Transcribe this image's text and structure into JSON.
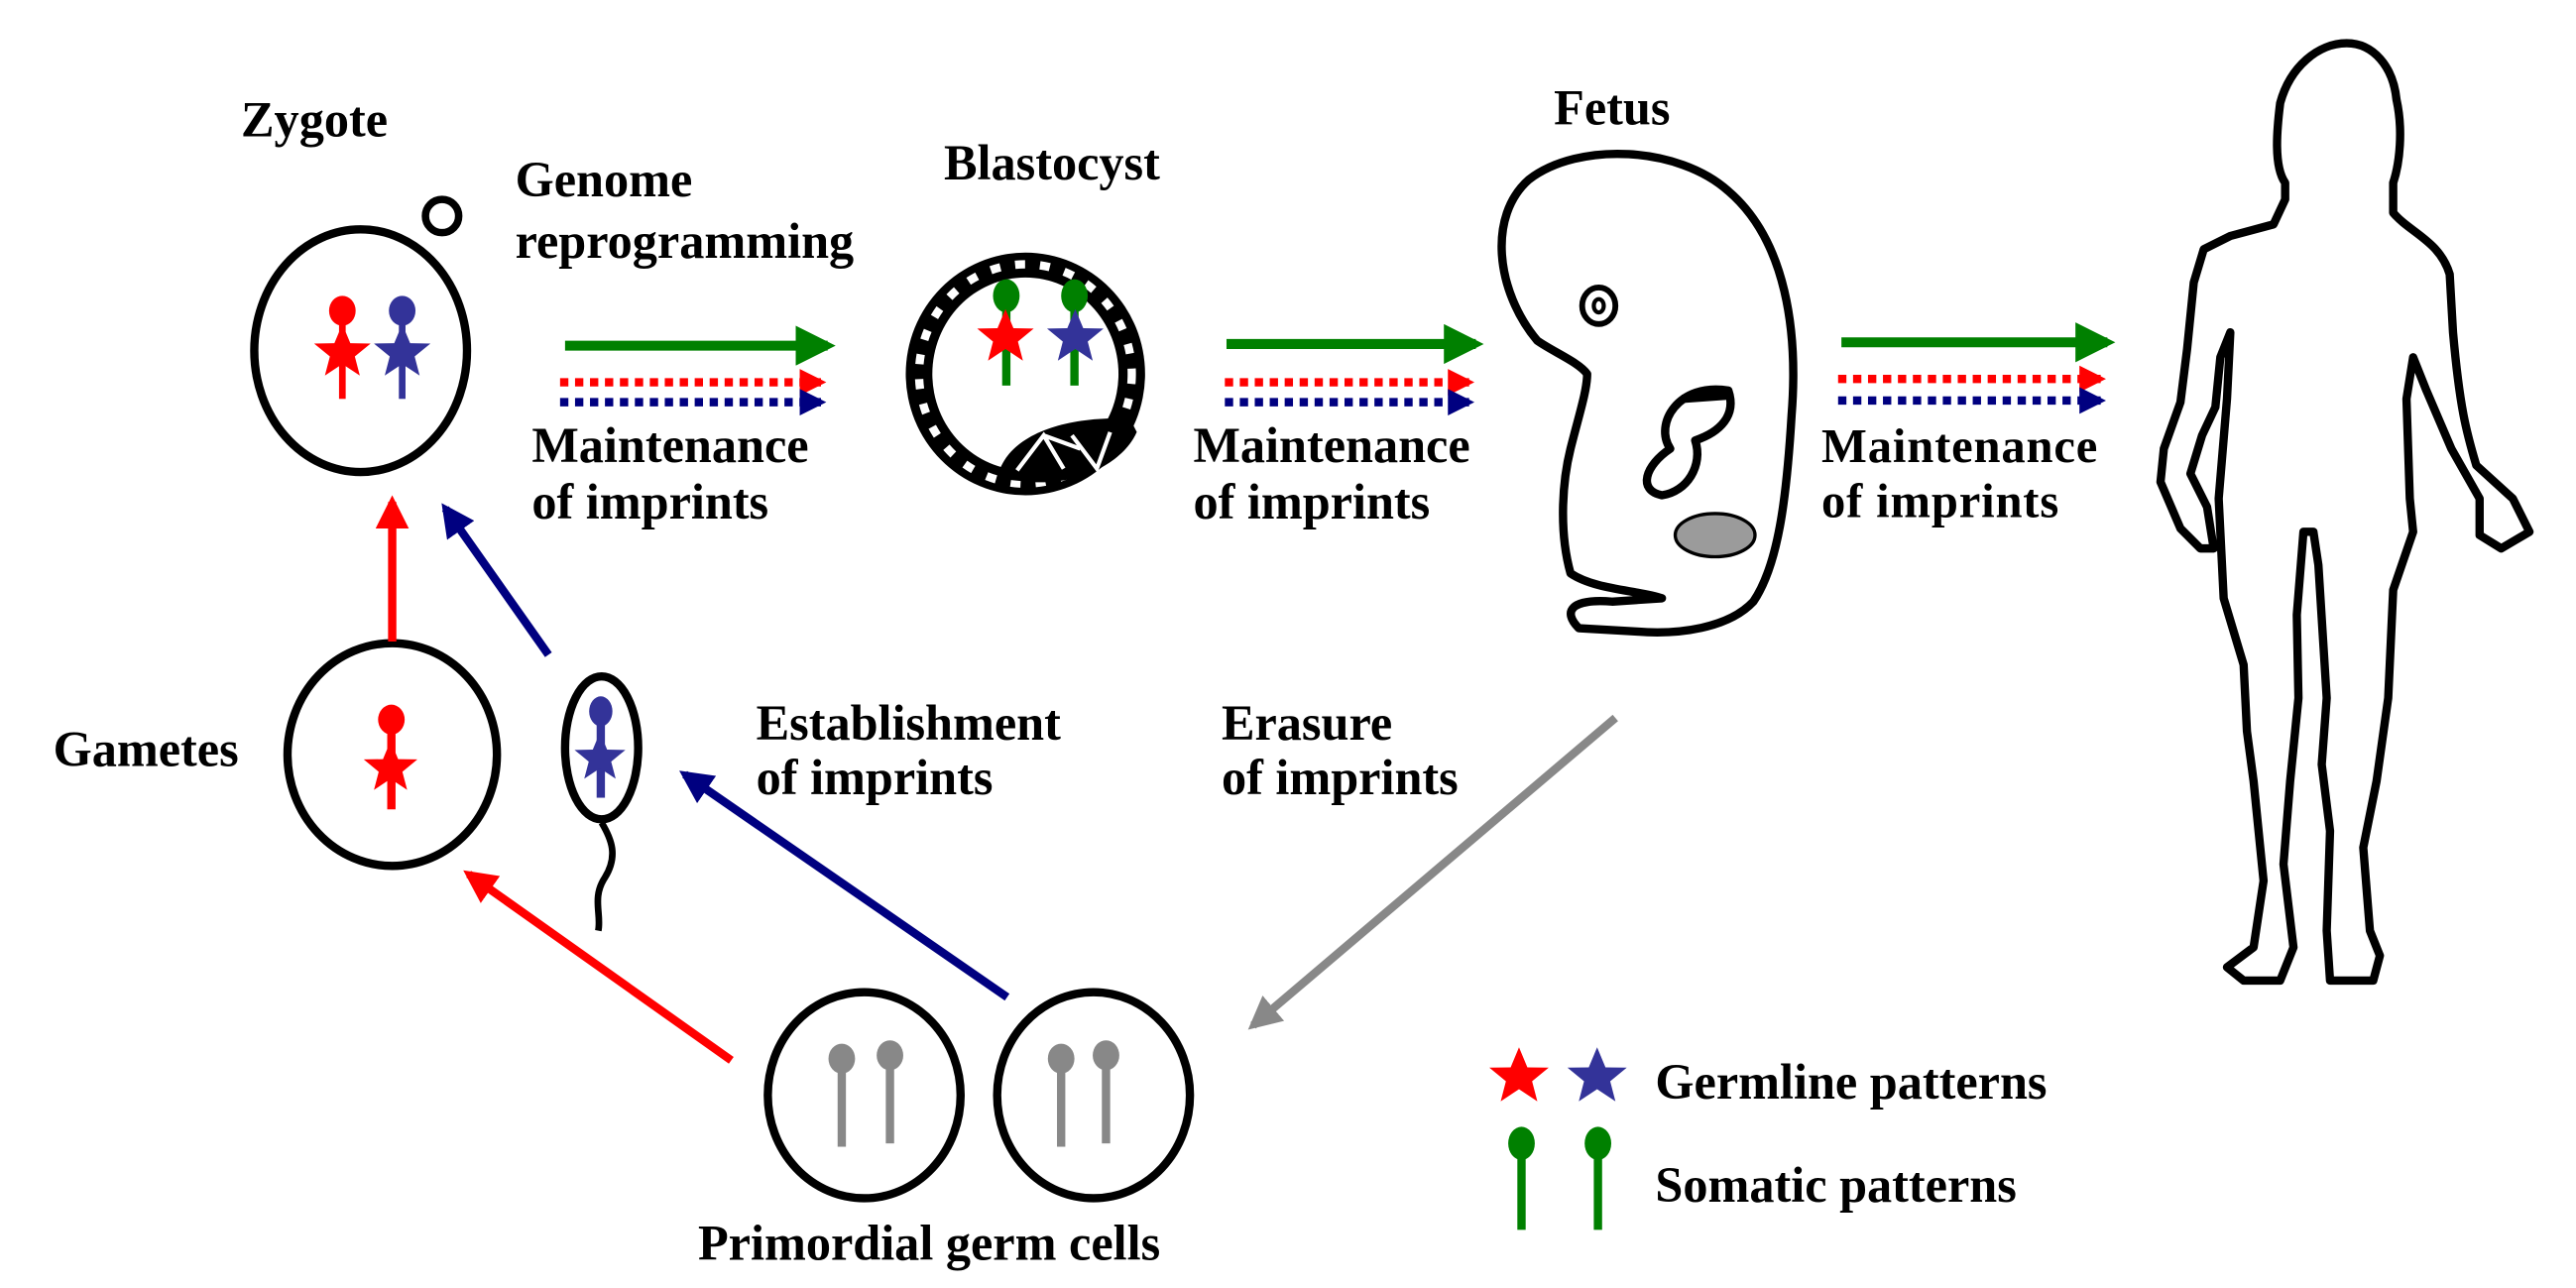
{
  "figure": {
    "title": "Genomic imprinting life cycle",
    "stages": {
      "zygote": "Zygote",
      "blastocyst": "Blastocyst",
      "fetus": "Fetus",
      "gametes": "Gametes",
      "pgc": "Primordial germ cells"
    },
    "process_labels": {
      "genome_reprogramming": [
        "Genome",
        "reprogramming"
      ],
      "maintenance_1": [
        "Maintenance",
        "of imprints"
      ],
      "maintenance_2": [
        "Maintenance",
        "of imprints"
      ],
      "maintenance_3": [
        "Maintenance",
        "of imprints"
      ],
      "establishment": [
        "Establishment",
        "of imprints"
      ],
      "erasure": [
        "Erasure",
        "of imprints"
      ]
    },
    "legend": {
      "germline": "Germline patterns",
      "somatic": "Somatic patterns"
    },
    "colors": {
      "maternal_red": "#ff0000",
      "paternal_blue": "#333399",
      "arrow_navy": "#000080",
      "somatic_green": "#008000",
      "erased_gray": "#888888"
    }
  }
}
